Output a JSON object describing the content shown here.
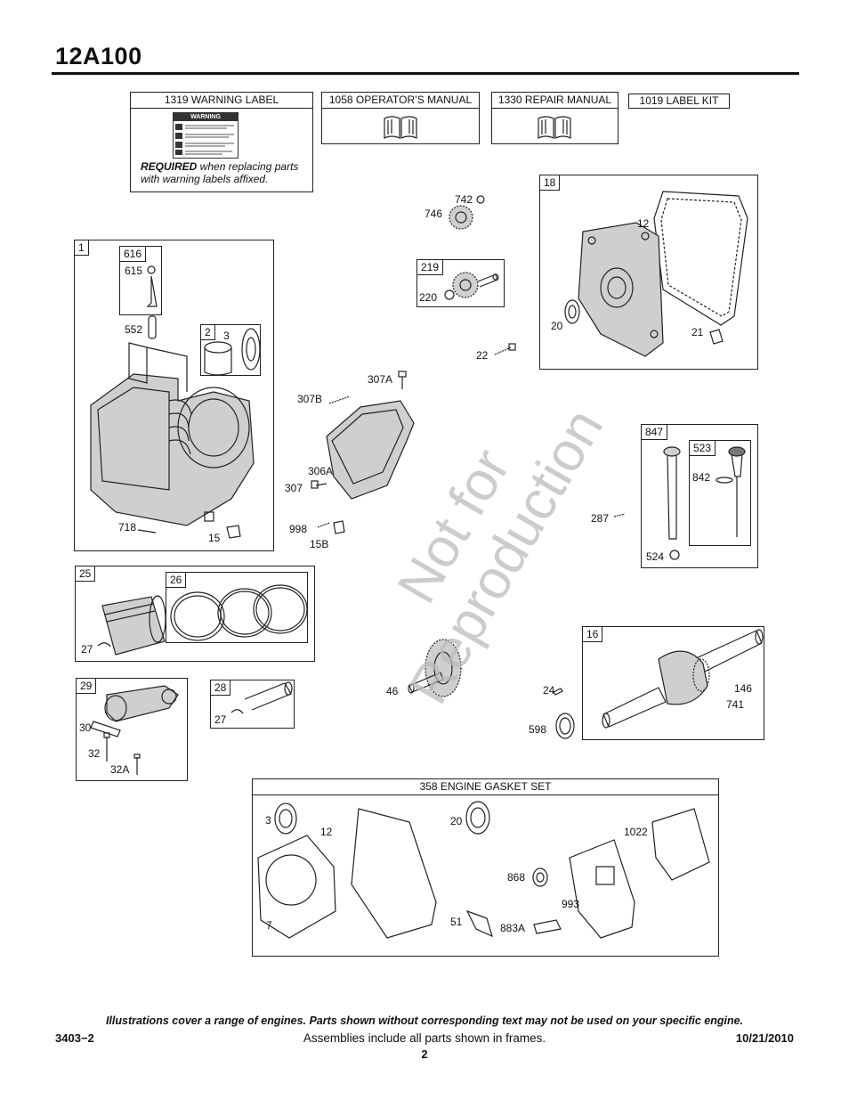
{
  "header": {
    "title": "12A100"
  },
  "top_boxes": {
    "warning_label": {
      "title": "1319 WARNING LABEL",
      "label_heading": "WARNING",
      "note_bold": "REQUIRED",
      "note_rest": " when replacing parts with warning labels affixed."
    },
    "operators_manual": {
      "title": "1058 OPERATOR’S MANUAL"
    },
    "repair_manual": {
      "title": "1330 REPAIR MANUAL"
    },
    "label_kit": {
      "title": "1019 LABEL KIT"
    }
  },
  "frames": {
    "f1": "1",
    "f616": "616",
    "f2": "2",
    "f18": "18",
    "f219": "219",
    "f847": "847",
    "f523": "523",
    "f25": "25",
    "f26": "26",
    "f16": "16",
    "f29": "29",
    "f28": "28"
  },
  "gasket_set": {
    "title": "358 ENGINE GASKET SET"
  },
  "callouts": {
    "c615": "615",
    "c552": "552",
    "c3a": "3",
    "c718": "718",
    "c15": "15",
    "c742": "742",
    "c746": "746",
    "c220": "220",
    "c12a": "12",
    "c20a": "20",
    "c21": "21",
    "c22": "22",
    "c307A": "307A",
    "c307B": "307B",
    "c306A": "306A",
    "c307": "307",
    "c998": "998",
    "c15B": "15B",
    "c287": "287",
    "c842": "842",
    "c524": "524",
    "c27a": "27",
    "c46": "46",
    "c24": "24",
    "c598": "598",
    "c146": "146",
    "c741": "741",
    "c30": "30",
    "c32": "32",
    "c32A": "32A",
    "c27b": "27",
    "g3": "3",
    "g12": "12",
    "g20": "20",
    "g1022": "1022",
    "g868": "868",
    "g993": "993",
    "g7": "7",
    "g51": "51",
    "g883A": "883A"
  },
  "watermark": {
    "line1": "Not for",
    "line2": "Reproduction"
  },
  "footer": {
    "disclaimer": "Illustrations cover a range of engines. Parts shown without corresponding text may not be used on your specific engine.",
    "doc_number": "3403−2",
    "assemblies_note": "Assemblies include all parts shown in frames.",
    "date": "10/21/2010",
    "page_number": "2"
  }
}
